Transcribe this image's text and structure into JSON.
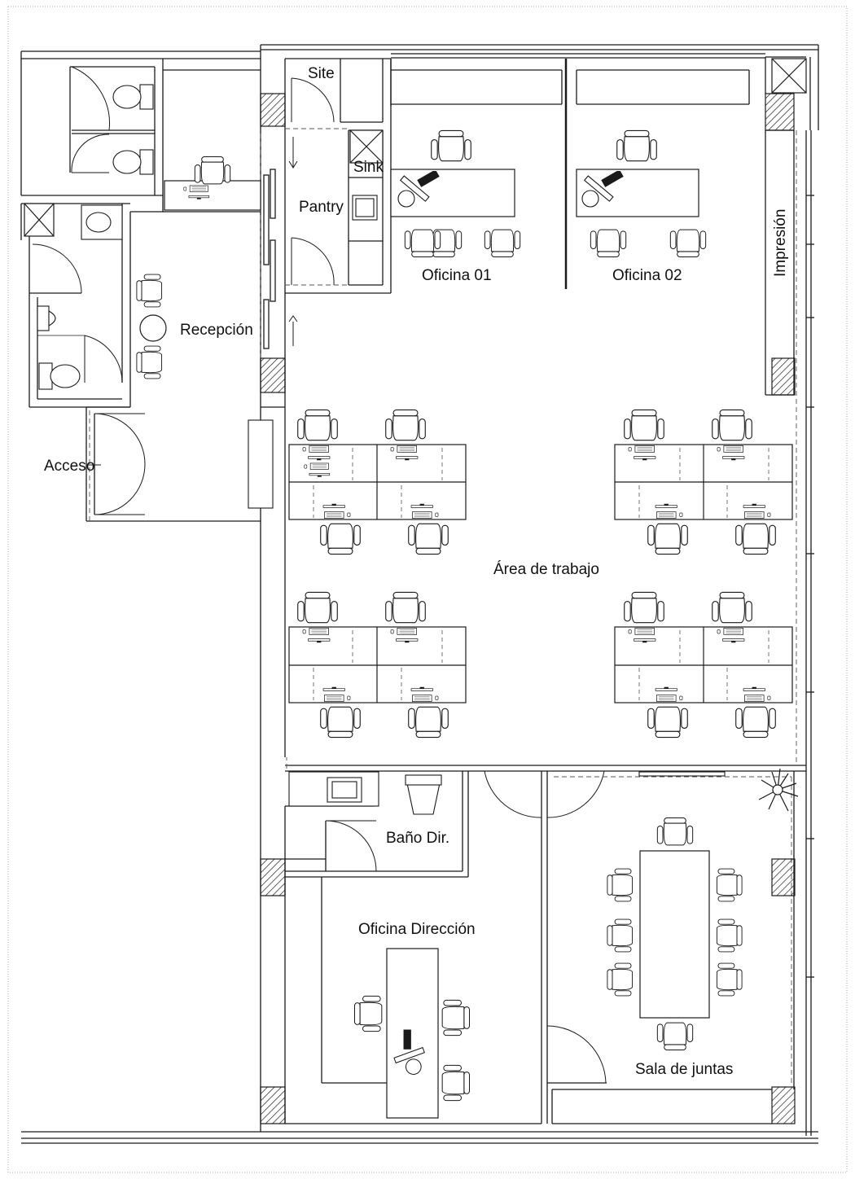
{
  "plan": {
    "rooms": [
      {
        "id": "site",
        "label": "Site"
      },
      {
        "id": "sink",
        "label": "Sink"
      },
      {
        "id": "pantry",
        "label": "Pantry"
      },
      {
        "id": "oficina-01",
        "label": "Oficina 01"
      },
      {
        "id": "oficina-02",
        "label": "Oficina 02"
      },
      {
        "id": "impresion",
        "label": "Impresión"
      },
      {
        "id": "recepcion",
        "label": "Recepción"
      },
      {
        "id": "acceso",
        "label": "Acceso"
      },
      {
        "id": "area-de-trabajo",
        "label": "Área de trabajo"
      },
      {
        "id": "bano-dir",
        "label": "Baño Dir."
      },
      {
        "id": "oficina-direccion",
        "label": "Oficina Dirección"
      },
      {
        "id": "sala-de-juntas",
        "label": "Sala de juntas"
      }
    ],
    "colors": {
      "line": "#1a1a1a",
      "wall_fill": "#ffffff",
      "hatch": "#222222",
      "background": "#ffffff"
    }
  }
}
